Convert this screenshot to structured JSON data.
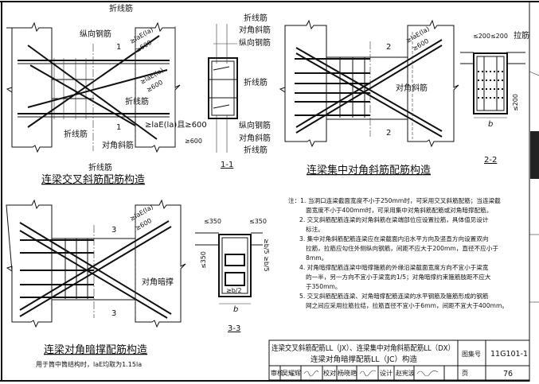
{
  "drawing_1": {
    "title": "连梁交叉斜筋配筋构造",
    "labels": {
      "bent_bar_top": "折线筋",
      "longitudinal_bar": "纵向钢筋",
      "bent_bar_mid": "折线筋",
      "bent_bar_low": "折线筋",
      "diagonal_bar": "对角斜筋",
      "bent_bar_bottom": "折线筋"
    },
    "dims": {
      "anchor_1": "≥laE(la)",
      "min_1": "≥600",
      "anchor_2": "≥laE(la)",
      "min_2": "≥600",
      "anchor_3": "≥laE(la)且≥600"
    },
    "section_mark": "1"
  },
  "section_1_1": {
    "title": "1-1",
    "labels": [
      "折线筋",
      "对角斜筋",
      "纵向钢筋",
      "折线筋",
      "纵向钢筋",
      "对角斜筋",
      "折线筋"
    ],
    "dim": "≥600"
  },
  "drawing_2": {
    "title": "连梁集中对角斜筋配筋构造",
    "label_diagonal": "对角斜筋",
    "dims": {
      "anchor": "≥laE(la)",
      "min": "≥600"
    },
    "section_mark": "2"
  },
  "section_2_2": {
    "title": "2-2",
    "dim_top": "≤200≤200",
    "label_tie": "拉筋",
    "dim_side": "≤200",
    "width": "b"
  },
  "drawing_3": {
    "title": "连梁对角暗撑配筋构造",
    "subtitle": "用于筒中筒结构时，laE均取为1.15la",
    "label_brace": "对角暗撑",
    "dims": {
      "anchor": "≥laE(la)",
      "min": "≥600"
    },
    "section_mark": "3"
  },
  "section_3_3": {
    "title": "3-3",
    "dim_top_left": "≤350",
    "dim_top_right": "≤350",
    "dim_side": "≤350",
    "dim_right": "≥b/5 ≥b/5",
    "dim_inner": "≥b/2",
    "width": "b"
  },
  "notes": {
    "lines": [
      "注：1. 当洞口连梁截面宽度不小于250mm时，可采用交叉斜筋配筋；当连梁截",
      "面宽度不小于400mm时，可采用集中对角斜筋配筋或对角暗撑配筋。",
      "2. 交叉斜筋配筋连梁的对角斜筋在梁端部位应设置拉筋，具体值见设计",
      "标注。",
      "3. 集中对角斜筋配筋连梁应在梁截面内沿水平方向及竖直方向设置双向",
      "拉筋，拉筋应勾住外侧纵向钢筋，间距不应大于200mm，直径不应小于",
      "8mm。",
      "4. 对角暗撑配筋连梁中暗撑箍筋的外缘沿梁截面宽度方向不宜小于梁宽",
      "的一半，另一方向不宜小于梁宽的1/5；对角暗撑约束箍筋肢距不应大",
      "于350mm。",
      "5. 交叉斜筋配筋连梁、对角暗撑配筋连梁的水平钢筋及箍筋形成的钢筋",
      "网之间应采用拉筋拉结，拉筋直径不宜小于6mm，间距不宜大于400mm。"
    ]
  },
  "title_block": {
    "title_line_1": "连梁交叉斜筋配筋LL（JX）、连梁集中对角斜筋配筋LL（DX）",
    "title_line_2": "连梁对角暗撑配筋LL（JC）构造",
    "atlas_label": "图集号",
    "atlas_no": "11G101-1",
    "review_label": "审核",
    "reviewer": "吴耀辉",
    "check_label": "校对",
    "checker": "杨晓艳",
    "design_label": "设计",
    "designer": "赵宪波",
    "page_label": "页",
    "page_no": "76"
  }
}
